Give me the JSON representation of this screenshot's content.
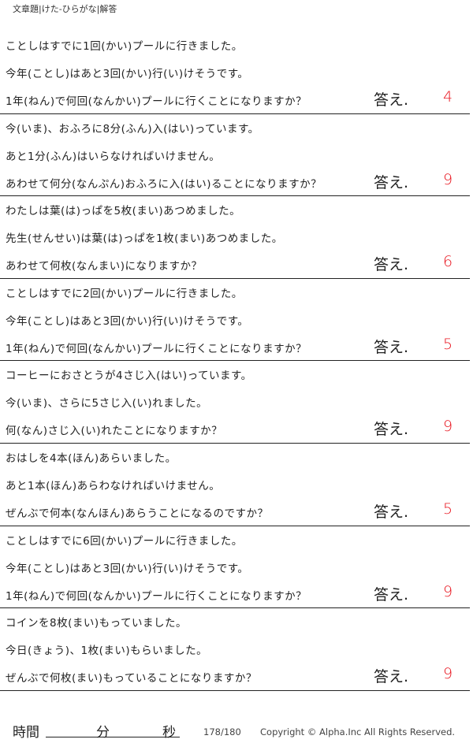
{
  "header": "文章題|けた-ひらがな|解答",
  "answer_label": "答え.",
  "problems": [
    {
      "lines": [
        "ことしはすでに1回(かい)プールに行きました。",
        "今年(ことし)はあと3回(かい)行(い)けそうです。",
        "1年(ねん)で何回(なんかい)プールに行くことになりますか？"
      ],
      "answer": "4"
    },
    {
      "lines": [
        "今(いま)、おふろに8分(ふん)入(はい)っています。",
        "あと1分(ふん)はいらなければいけません。",
        "あわせて何分(なんぷん)おふろに入(はい)ることになりますか？"
      ],
      "answer": "9"
    },
    {
      "lines": [
        "わたしは葉(は)っぱを5枚(まい)あつめました。",
        "先生(せんせい)は葉(は)っぱを1枚(まい)あつめました。",
        "あわせて何枚(なんまい)になりますか？"
      ],
      "answer": "6"
    },
    {
      "lines": [
        "ことしはすでに2回(かい)プールに行きました。",
        "今年(ことし)はあと3回(かい)行(い)けそうです。",
        "1年(ねん)で何回(なんかい)プールに行くことになりますか？"
      ],
      "answer": "5"
    },
    {
      "lines": [
        "コーヒーにおさとうが4さじ入(はい)っています。",
        "今(いま)、さらに5さじ入(い)れました。",
        "何(なん)さじ入(い)れたことになりますか？"
      ],
      "answer": "9"
    },
    {
      "lines": [
        "おはしを4本(ほん)あらいました。",
        "あと1本(ほん)あらわなければいけません。",
        "ぜんぶで何本(なんほん)あらうことになるのですか？"
      ],
      "answer": "5"
    },
    {
      "lines": [
        "ことしはすでに6回(かい)プールに行きました。",
        "今年(ことし)はあと3回(かい)行(い)けそうです。",
        "1年(ねん)で何回(なんかい)プールに行くことになりますか？"
      ],
      "answer": "9"
    },
    {
      "lines": [
        "コインを8枚(まい)もっていました。",
        "今日(きょう)、1枚(まい)もらいました。",
        "ぜんぶで何枚(まい)もっていることになりますか？"
      ],
      "answer": "9"
    }
  ],
  "footer": {
    "time_label": "時間",
    "minutes_label": "分",
    "seconds_label": "秒",
    "page": "178/180",
    "copyright": "Copyright ©  Alpha.Inc All Rights Reserved."
  }
}
